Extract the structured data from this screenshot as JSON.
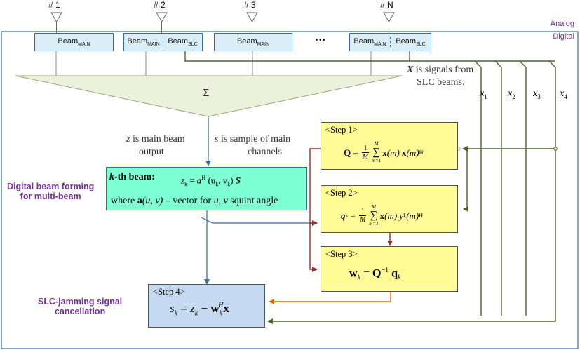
{
  "antennas": [
    "# 1",
    "# 2",
    "# 3",
    "# N"
  ],
  "beams": {
    "main_label": "Beam",
    "main_sub": "MAIN",
    "slc_label": "Beam",
    "slc_sub": "SLC",
    "ellipsis": "•••"
  },
  "domains": {
    "analog": "Analog",
    "digital": "Digital"
  },
  "combiner": {
    "symbol": "Σ"
  },
  "notes": {
    "x_var": "X",
    "x_text1": " is signals from",
    "x_text2": "SLC beams.",
    "z_var": "z",
    "z_text1": " is main beam",
    "z_text2": "output",
    "s_var": "s",
    "s_text1": " is sample of main",
    "s_text2": "channels"
  },
  "channels": [
    "x",
    "x",
    "x",
    "x"
  ],
  "channel_subs": [
    "1",
    "2",
    "3",
    "4"
  ],
  "dbf_box": {
    "title_k": "k",
    "title_rest": "-th beam:",
    "eq_lhs": "z",
    "eq_lhs_sub": "k",
    "eq_eq": " = ",
    "eq_a": "a",
    "eq_a_sup": "H",
    "eq_args_open": " (u",
    "eq_args_sub1": "k",
    "eq_args_mid": ", v",
    "eq_args_sub2": "k",
    "eq_args_close": ") ",
    "eq_s": "S",
    "where_prefix": "where ",
    "where_a": "a",
    "where_args": "(u, v)",
    "where_rest": " – vector for ",
    "where_u": "u",
    "where_comma": ", ",
    "where_v": "v",
    "where_end": " squint angle"
  },
  "left_labels": {
    "dbf_line1": "Digital beam forming",
    "dbf_line2": "for multi-beam",
    "slc_line1": "SLC-jamming signal",
    "slc_line2": "cancellation"
  },
  "steps": {
    "step1": {
      "title": "<Step 1>",
      "lhs": "Q",
      "eq": " = ",
      "frac_num": "1",
      "frac_den": "M",
      "sum_top": "M",
      "sum_bot": "m=1",
      "body1": "x",
      "body2": "(m) ",
      "body3": "x",
      "body4": "(m)",
      "sup": "H"
    },
    "step2": {
      "title": "<Step 2>",
      "lhs": "q",
      "lhs_sub": "k",
      "eq": " = ",
      "frac_num": "1",
      "frac_den": "M",
      "sum_top": "M",
      "sum_bot": "m=1",
      "body1": "x",
      "body2": "(m) ",
      "body3": "y",
      "body3_sub": "k",
      "body4": "(m)",
      "sup": "H"
    },
    "step3": {
      "title": "<Step 3>",
      "lhs": "w",
      "lhs_sub": "k",
      "eq": " = ",
      "q": "Q",
      "q_sup": "−1",
      "rhs": " q",
      "rhs_sub": "k"
    },
    "step4": {
      "title": "<Step 4>",
      "lhs": "s",
      "lhs_sub": "k",
      "eq": " = ",
      "z": "z",
      "z_sub": "k",
      "minus": " − ",
      "w": "w",
      "w_sub": "k",
      "w_sup": "H",
      "x": "x"
    }
  },
  "colors": {
    "blue_line": "#2e6da4",
    "green_line": "#4f6228",
    "red_line": "#9b2d2d",
    "orange_line": "#e46c0a",
    "combiner_fill": "#ebf1dd",
    "dbf_fill": "#7fffd4",
    "step_fill": "#fffb97",
    "step4_fill": "#c5d9f1",
    "domain_label": "#7030a0"
  }
}
